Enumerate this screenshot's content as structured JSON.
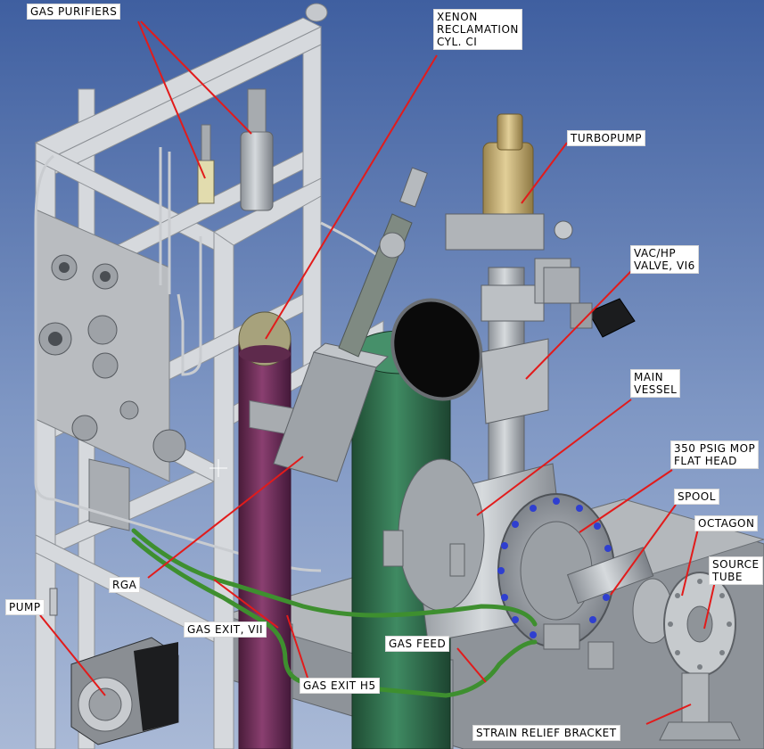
{
  "colors": {
    "background_top": "#3f5fa0",
    "background_bottom": "#a9b9d6",
    "leader_line": "#e21b1b",
    "label_bg": "#ffffff",
    "frame": "#d6d9dd",
    "vessel": "#a9aeb4",
    "green_cylinder": "#2f6e4c",
    "purple_cylinder": "#6b2d55",
    "turbopump": "#c9b27a",
    "gas_line": "#3e8f2f",
    "bolt_blue": "#2f3fd0"
  },
  "labels": {
    "gas_purifiers": "GAS PURIFIERS",
    "xenon_reclamation": "XENON\nRECLAMATION\nCYL. CI",
    "turbopump": "TURBOPUMP",
    "vac_hp_valve": "VAC/HP\nVALVE, VI6",
    "main_vessel": "MAIN\nVESSEL",
    "flat_head": "350 PSIG MOP\nFLAT HEAD",
    "spool": "SPOOL",
    "octagon": "OCTAGON",
    "source_tube": "SOURCE\nTUBE",
    "rga": "RGA",
    "pump": "PUMP",
    "gas_exit_vii": "GAS EXIT, VII",
    "gas_exit_h5": "GAS EXIT H5",
    "gas_feed": "GAS FEED",
    "strain_relief_bracket": "STRAIN RELIEF BRACKET"
  }
}
